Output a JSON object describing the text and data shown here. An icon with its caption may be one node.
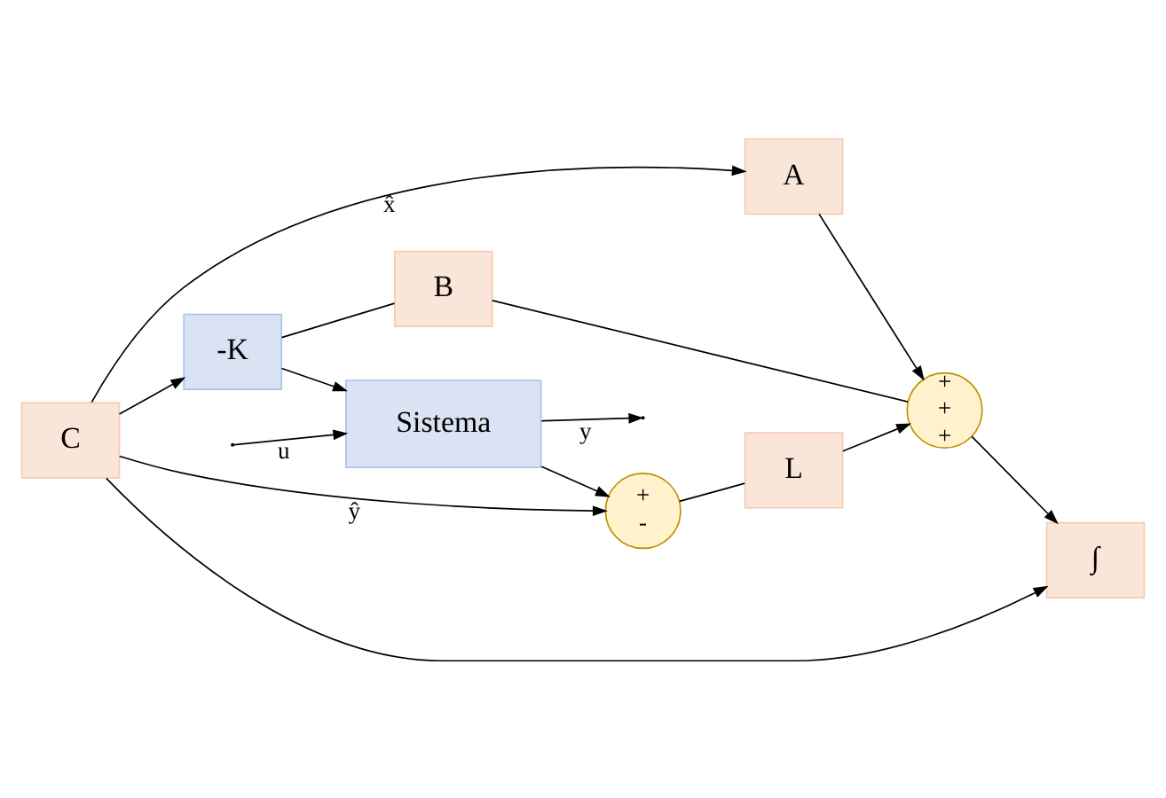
{
  "diagram": {
    "nodes": [
      {
        "text": [
          "Sistema"
        ]
      },
      {
        "text": [
          "L"
        ]
      },
      {
        "text": [
          "+",
          "-"
        ]
      },
      {
        "text": [
          "B"
        ]
      },
      {
        "text": [
          "+",
          "+",
          "+"
        ]
      },
      {
        "text": [
          "∫"
        ]
      },
      {
        "text": [
          "C"
        ]
      },
      {
        "text": [
          "A"
        ]
      },
      {
        "text": [
          "-K"
        ]
      }
    ],
    "edges": [
      {
        "from": null,
        "to": 0,
        "arrow": "to",
        "label": "u"
      },
      {
        "from": 8,
        "to": 0,
        "arrow": "to"
      },
      {
        "from": 8,
        "to": 3,
        "arrow": "none"
      },
      {
        "from": 0,
        "to": null,
        "arrow": "to",
        "label": "y"
      },
      {
        "from": 0,
        "to": 2,
        "arrow": "to"
      },
      {
        "from": 2,
        "to": 1,
        "arrow": "none"
      },
      {
        "from": 1,
        "to": 4,
        "arrow": "to"
      },
      {
        "from": 3,
        "to": 4,
        "arrow": "none"
      },
      {
        "from": 4,
        "to": 5,
        "arrow": "to"
      },
      {
        "from": 6,
        "to": 5,
        "arrow": "to"
      },
      {
        "from": 6,
        "to": 7,
        "arrow": "to",
        "label": "x̂"
      },
      {
        "from": 6,
        "to": 8,
        "arrow": "to"
      },
      {
        "from": 7,
        "to": 4,
        "arrow": "to"
      },
      {
        "from": 6,
        "to": 2,
        "arrow": "to",
        "label": "ŷ"
      }
    ]
  }
}
